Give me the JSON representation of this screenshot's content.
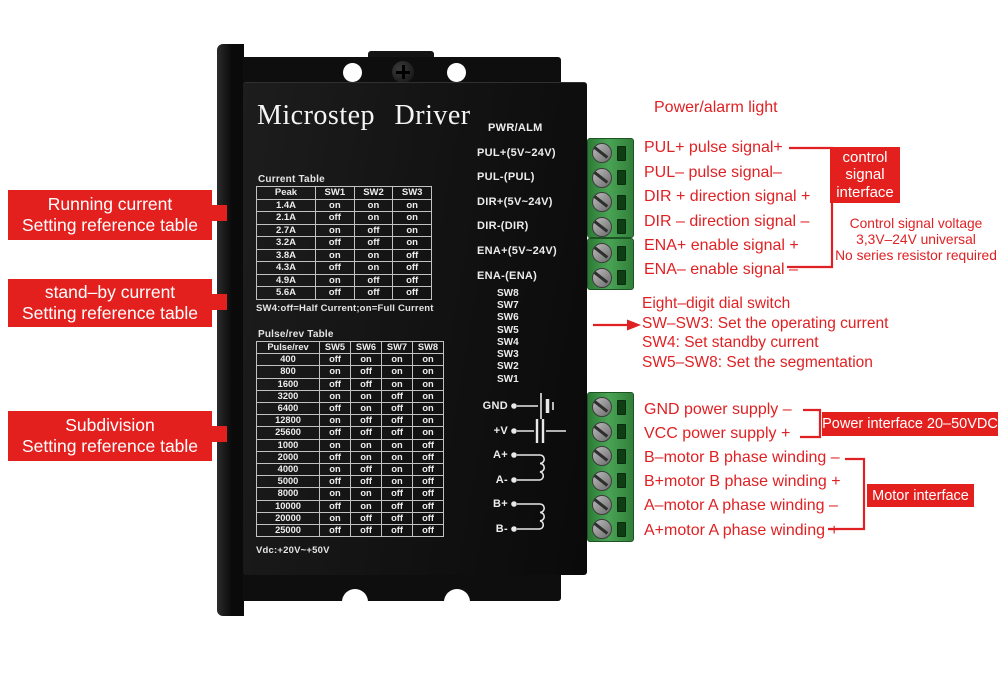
{
  "colors": {
    "accent_red": "#e4201f",
    "driver_black": "#121212",
    "terminal_green": "#3f9b49",
    "label_text": "#ececec"
  },
  "left_labels": [
    {
      "line1": "Running current",
      "line2": "Setting reference table"
    },
    {
      "line1": "stand–by current",
      "line2": "Setting reference table"
    },
    {
      "line1": "Subdivision",
      "line2": "Setting reference table"
    }
  ],
  "driver": {
    "title": "Microstep Driver",
    "current_table": {
      "label": "Current Table",
      "rows": [
        [
          "Peak",
          "SW1",
          "SW2",
          "SW3"
        ],
        [
          "1.4A",
          "on",
          "on",
          "on"
        ],
        [
          "2.1A",
          "off",
          "on",
          "on"
        ],
        [
          "2.7A",
          "on",
          "off",
          "on"
        ],
        [
          "3.2A",
          "off",
          "off",
          "on"
        ],
        [
          "3.8A",
          "on",
          "on",
          "off"
        ],
        [
          "4.3A",
          "off",
          "on",
          "off"
        ],
        [
          "4.9A",
          "on",
          "off",
          "off"
        ],
        [
          "5.6A",
          "off",
          "off",
          "off"
        ]
      ]
    },
    "sw4_note": "SW4:off=Half Current;on=Full Current",
    "pulse_table": {
      "label": "Pulse/rev Table",
      "rows": [
        [
          "Pulse/rev",
          "SW5",
          "SW6",
          "SW7",
          "SW8"
        ],
        [
          "400",
          "off",
          "on",
          "on",
          "on"
        ],
        [
          "800",
          "on",
          "off",
          "on",
          "on"
        ],
        [
          "1600",
          "off",
          "off",
          "on",
          "on"
        ],
        [
          "3200",
          "on",
          "on",
          "off",
          "on"
        ],
        [
          "6400",
          "off",
          "on",
          "off",
          "on"
        ],
        [
          "12800",
          "on",
          "off",
          "off",
          "on"
        ],
        [
          "25600",
          "off",
          "off",
          "off",
          "on"
        ],
        [
          "1000",
          "on",
          "on",
          "on",
          "off"
        ],
        [
          "2000",
          "off",
          "on",
          "on",
          "off"
        ],
        [
          "4000",
          "on",
          "off",
          "on",
          "off"
        ],
        [
          "5000",
          "off",
          "off",
          "on",
          "off"
        ],
        [
          "8000",
          "on",
          "on",
          "off",
          "off"
        ],
        [
          "10000",
          "off",
          "on",
          "off",
          "off"
        ],
        [
          "20000",
          "on",
          "off",
          "off",
          "off"
        ],
        [
          "25000",
          "off",
          "off",
          "off",
          "off"
        ]
      ]
    },
    "vdc_note": "Vdc:+20V~+50V",
    "signal_terminals": [
      "PWR/ALM",
      "PUL+(5V~24V)",
      "PUL-(PUL)",
      "DIR+(5V~24V)",
      "DIR-(DIR)",
      "ENA+(5V~24V)",
      "ENA-(ENA)"
    ],
    "dip_switches": [
      "SW8",
      "SW7",
      "SW6",
      "SW5",
      "SW4",
      "SW3",
      "SW2",
      "SW1"
    ],
    "power_terminals": [
      "GND",
      "+V",
      "A+",
      "A-",
      "B+",
      "B-"
    ]
  },
  "annotations": {
    "power_alarm": "Power/alarm light",
    "signals": [
      "PUL+ pulse signal+",
      "PUL– pulse signal–",
      "DIR + direction signal +",
      "DIR – direction signal –",
      "ENA+ enable signal +",
      "ENA– enable signal –"
    ],
    "control_box": "control signal interface",
    "voltage_note": [
      "Control signal voltage",
      "3,3V–24V universal",
      "No series resistor required"
    ],
    "dial_info": [
      "Eight–digit dial switch",
      "SW–SW3: Set the operating current",
      "SW4: Set standby current",
      "SW5–SW8: Set the segmentation"
    ],
    "power_motor": [
      "GND power supply –",
      "VCC power supply +",
      "B–motor B phase winding –",
      "B+motor B phase winding +",
      "A–motor A phase winding –",
      "A+motor A phase winding +"
    ],
    "power_box": "Power interface 20–50VDC",
    "motor_box": "Motor interface"
  }
}
